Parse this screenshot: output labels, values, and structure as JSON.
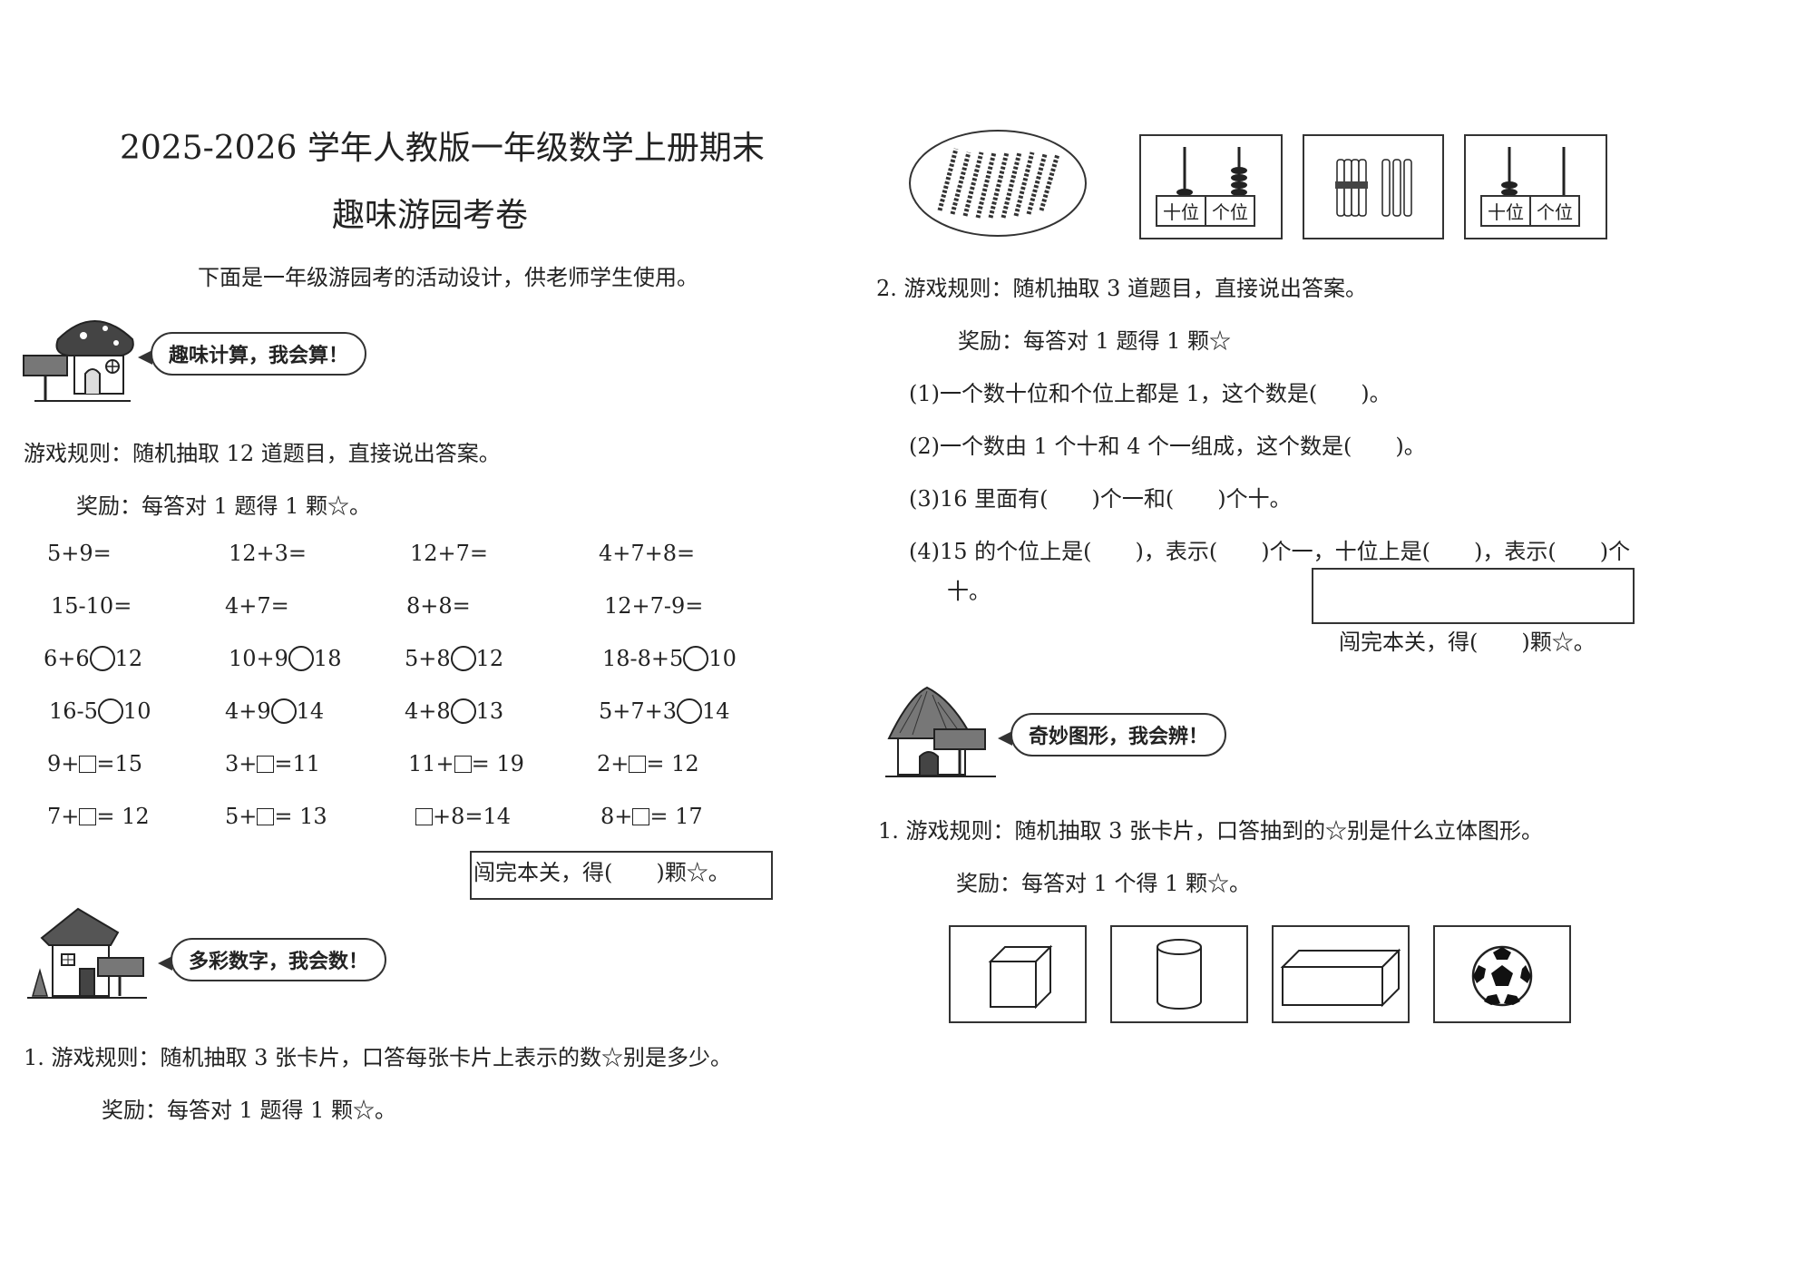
{
  "header": {
    "title_line1": "2025-2026 学年人教版一年级数学上册期末",
    "title_line2": "趣味游园考卷",
    "intro": "下面是一年级游园考的活动设计，供老师学生使用。"
  },
  "stage1": {
    "bubble": "趣味计算，我会算！",
    "rule": "游戏规则：随机抽取 12 道题目，直接说出答案。",
    "reward": "奖励：每答对 1 题得 1 颗☆。",
    "row1": [
      "5+9=",
      "12+3=",
      "12+7=",
      "4+7+8="
    ],
    "row2": [
      "15-10=",
      "4+7=",
      "8+8=",
      "12+7-9="
    ],
    "row3": [
      [
        "6+6",
        "12"
      ],
      [
        "10+9",
        "18"
      ],
      [
        "5+8",
        "12"
      ],
      [
        "18-8+5",
        "10"
      ]
    ],
    "row4": [
      [
        "16-5",
        "10"
      ],
      [
        "4+9",
        "14"
      ],
      [
        "4+8",
        "13"
      ],
      [
        "5+7+3",
        "14"
      ]
    ],
    "row5": [
      [
        "9+",
        "=15"
      ],
      [
        "3+",
        "=11"
      ],
      [
        "11+",
        "= 19"
      ],
      [
        "2+",
        "= 12"
      ]
    ],
    "row6": [
      [
        "7+",
        "= 12"
      ],
      [
        "5+",
        "= 13"
      ],
      [
        "",
        "+8=14"
      ],
      [
        "8+",
        "= 17"
      ]
    ],
    "score": "闯完本关，得(　　)颗☆。"
  },
  "stage2": {
    "bubble": "多彩数字，我会数！",
    "rule": "1. 游戏规则：随机抽取 3 张卡片，口答每张卡片上表示的数☆别是多少。",
    "reward": "奖励：每答对 1 题得 1 颗☆。",
    "place_tens": "十位",
    "place_ones": "个位",
    "rule2": "2. 游戏规则：随机抽取 3 道题目，直接说出答案。",
    "reward2": "奖励：每答对 1 题得 1 颗☆",
    "q1": "(1)一个数十位和个位上都是 1，这个数是(　　)。",
    "q2": "(2)一个数由 1 个十和 4 个一组成，这个数是(　　)。",
    "q3": "(3)16 里面有(　　)个一和(　　)个十。",
    "q4": "(4)15 的个位上是(　　)，表示(　　)个一，十位上是(　　)，表示(　　)个",
    "q4b": "十。",
    "score": "闯完本关，得(　　)颗☆。"
  },
  "stage3": {
    "bubble": "奇妙图形，我会辨！",
    "rule": "1. 游戏规则：随机抽取 3 张卡片，口答抽到的☆别是什么立体图形。",
    "reward": "奖励：每答对 1 个得 1 颗☆。"
  }
}
